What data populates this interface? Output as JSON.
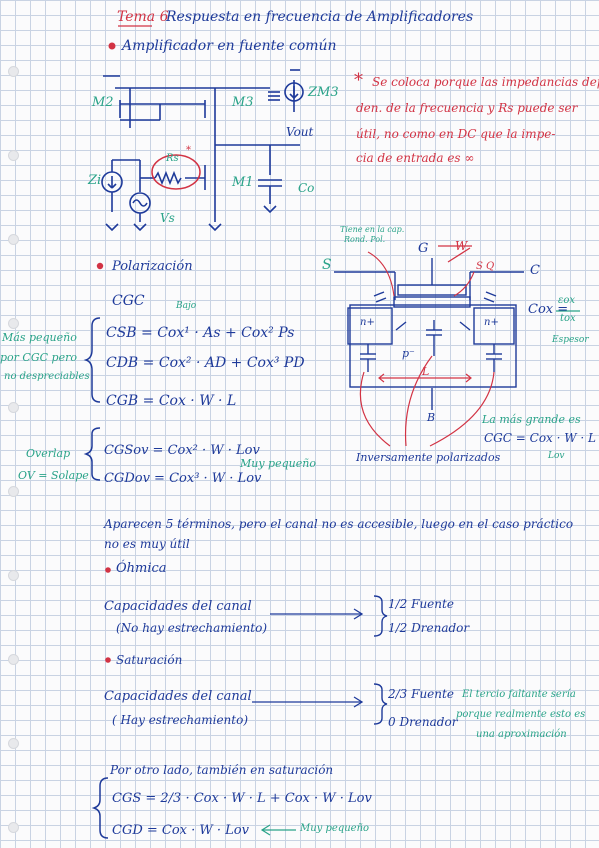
{
  "header": {
    "tema": "Tema 6",
    "title": "Respuesta en frecuencia de Amplificadores"
  },
  "section1": {
    "title": "Amplificador en fuente común"
  },
  "circuit": {
    "m2": "M2",
    "m3": "M3",
    "m1": "M1",
    "zi": "Zi",
    "zm3": "ZM3",
    "vout": "Vout",
    "co": "Co",
    "rs": "Rs",
    "vs": "Vs",
    "rs_ast": "*"
  },
  "note": {
    "lines": [
      "Se coloca porque las impedancias dep-",
      "den. de la frecuencia y Rs puede ser",
      "útil, no como en DC que la impe-",
      "cia de entrada es ∞"
    ]
  },
  "mosfet": {
    "top_note": [
      "Tiene en la cap.",
      "Rond. Pol."
    ],
    "s": "S",
    "g": "G",
    "d": "C",
    "b": "B",
    "w": "W",
    "sq": "S Q",
    "nplus_left": "n+",
    "nplus_right": "n+",
    "p_minus": "p⁻",
    "l": "L",
    "caption": "Inversamente polarizados"
  },
  "cox": {
    "lhs": "Cox =",
    "num": "εox",
    "den": "tox",
    "label": "Espesor"
  },
  "largest": {
    "title": "La más grande es",
    "formula": "CGC = Cox · W · L",
    "sub": "Lov"
  },
  "section2": {
    "title": "Polarización"
  },
  "cgc": "CGC",
  "left_note": [
    "Más pequeño",
    "por CGC pero",
    "no despreciables"
  ],
  "eq_block1": [
    "CSB = Cox¹ · As + Cox² Ps",
    "CDB = Cox² · AD + Cox³ PD",
    "CGB = Cox · W · L"
  ],
  "eq_top_ann": "Bajo",
  "overlap_note": [
    "Overlap",
    "OV = Solape"
  ],
  "eq_block2": [
    "CGSov = Cox² · W · Lov",
    "CGDov = Cox³ · W · Lov"
  ],
  "eq_block2_ann": "Muy pequeño",
  "paragraph": [
    "Aparecen 5 términos, pero el canal no es accesible, luego en el caso práctico",
    "no es muy útil"
  ],
  "ohmic": {
    "title": "Óhmica",
    "l1": "Capacidades del canal",
    "l2": "(No hay estrechamiento)",
    "r1": "1/2 Fuente",
    "r2": "1/2 Drenador"
  },
  "sat": {
    "title": "Saturación",
    "l1": "Capacidades del canal",
    "l2": "( Hay estrechamiento)",
    "r1": "2/3 Fuente",
    "r2": "0 Drenador",
    "note": [
      "El tercio faltante sería",
      "porque realmente esto es",
      "una aproximación"
    ]
  },
  "final": {
    "intro": "Por otro lado, también en saturación",
    "cgs": "CGS = 2/3 · Cox · W · L + Cox · W · Lov",
    "cgd": "CGD = Cox · W · Lov",
    "ann": "Muy pequeño"
  }
}
